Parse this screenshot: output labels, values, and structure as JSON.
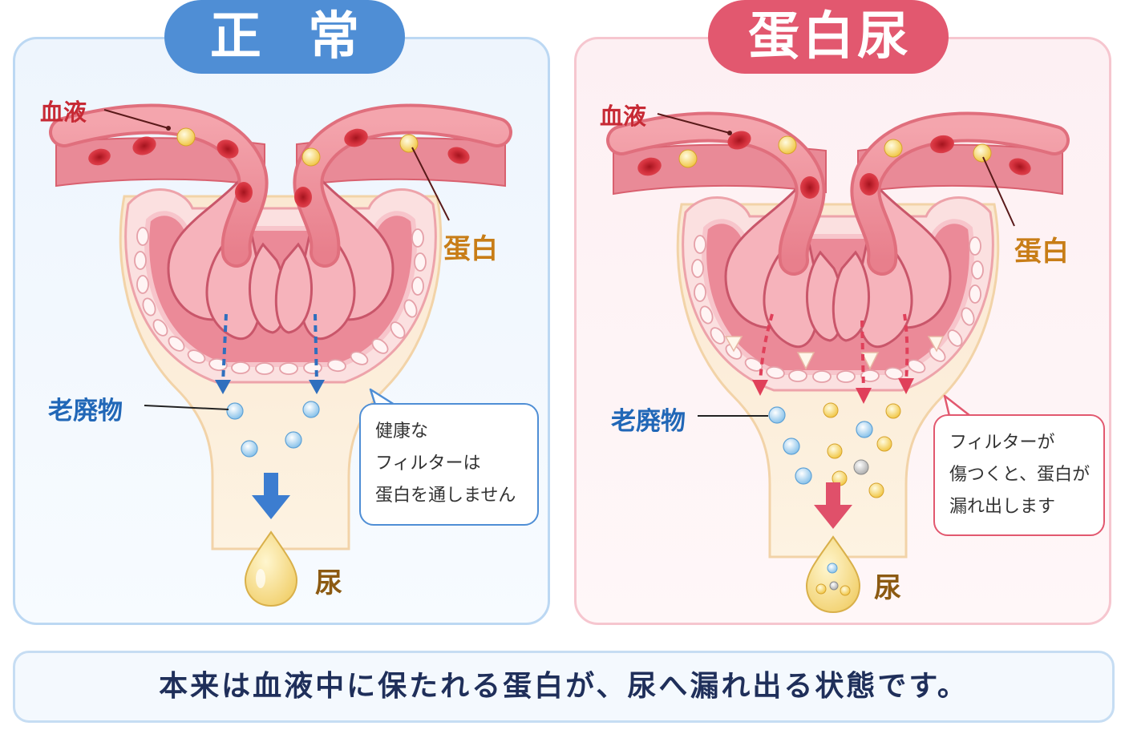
{
  "normal": {
    "title": "正 常",
    "label_blood": "血液",
    "label_protein": "蛋白",
    "label_waste": "老廃物",
    "label_urine": "尿",
    "bubble_lines": [
      "健康な",
      "フィルターは",
      "蛋白を通しません"
    ],
    "colors": {
      "accent": "#4f8ed5",
      "panel_border": "#bcd8f3"
    }
  },
  "abnormal": {
    "title": "蛋白尿",
    "label_blood": "血液",
    "label_protein": "蛋白",
    "label_waste": "老廃物",
    "label_urine": "尿",
    "bubble_lines": [
      "フィルターが",
      "傷つくと、蛋白が",
      "漏れ出します"
    ],
    "colors": {
      "accent": "#e2586f",
      "panel_border": "#f6c6cf"
    }
  },
  "footer": {
    "text": "本来は血液中に保たれる蛋白が、尿へ漏れ出る状態です。"
  },
  "icons": [
    "red-blood-cell-icon",
    "protein-particle-icon",
    "waste-particle-icon",
    "urine-drop-icon",
    "arrow-down-icon"
  ]
}
